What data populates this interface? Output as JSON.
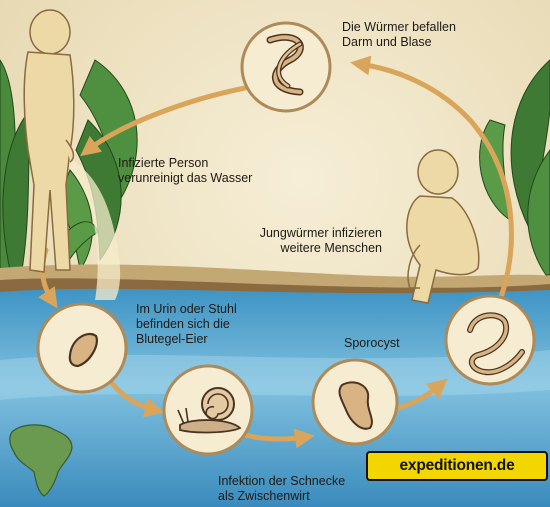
{
  "steps": {
    "worms": [
      "Die Würmer befallen",
      "Darm und Blase"
    ],
    "infected": [
      "Infizierte Person",
      "verunreinigt das Wasser"
    ],
    "young_worms": [
      "Jungwürmer infizieren",
      "weitere Menschen"
    ],
    "eggs": [
      "Im Urin oder Stuhl",
      "befinden sich die",
      "Blutegel-Eier"
    ],
    "sporocyst": "Sporocyst",
    "snail": [
      "Infektion der Schnecke",
      "als Zwischenwirt"
    ]
  },
  "brand": {
    "text": "expeditionen.de"
  },
  "colors": {
    "background": "#efe4c4",
    "water": "#5ea8cf",
    "arrow": "#d9a55a",
    "circle_fill": "#f6ecd2",
    "circle_stroke": "#ad8a57",
    "skin": "#ecd9a6",
    "foliage": "#3f7a34",
    "logo": "#f3d600"
  }
}
